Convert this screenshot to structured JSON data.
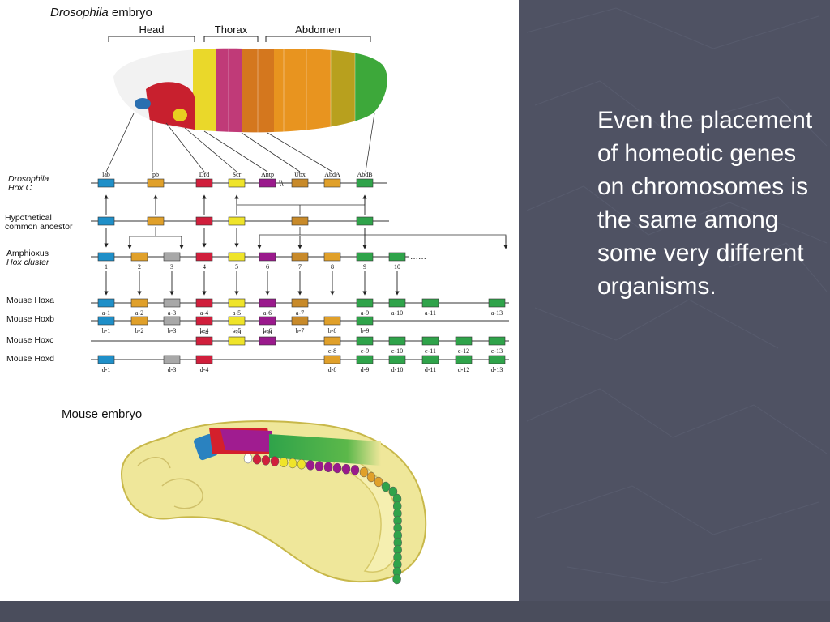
{
  "colors": {
    "blue": "#1f8fc8",
    "orange": "#e0a02a",
    "gray": "#a8a8a8",
    "red": "#d01f3c",
    "yellow": "#efe42a",
    "purple": "#9a1a8c",
    "brown": "#c88a2a",
    "green": "#2fa34a"
  },
  "caption": "Even the placement of homeotic genes on chromosomes is the same among some very different organisms.",
  "figure": {
    "drosophila_title_italic": "Drosophila",
    "drosophila_title_rest": " embryo",
    "segments": [
      "Head",
      "Thorax",
      "Abdomen"
    ],
    "mouse_embryo_title": "Mouse embryo",
    "rows": [
      {
        "label_lines": [
          "Drosophila",
          "Hox C"
        ],
        "italic_lines": [
          true,
          true
        ],
        "genes": [
          {
            "name": "lab",
            "color": "blue"
          },
          {
            "name": "pb",
            "color": "orange"
          },
          {
            "name": "Dfd",
            "color": "red"
          },
          {
            "name": "Scr",
            "color": "yellow"
          },
          {
            "name": "Antp",
            "color": "purple"
          },
          {
            "name": "Ubx",
            "color": "brown"
          },
          {
            "name": "AbdA",
            "color": "orange"
          },
          {
            "name": "AbdB",
            "color": "green"
          }
        ]
      },
      {
        "label_lines": [
          "Hypothetical",
          "common ancestor"
        ],
        "italic_lines": [
          false,
          false
        ],
        "genes": []
      },
      {
        "label_lines": [
          "Amphioxus",
          "Hox cluster"
        ],
        "italic_lines": [
          false,
          true
        ],
        "genes": [
          {
            "name": "1",
            "color": "blue"
          },
          {
            "name": "2",
            "color": "orange"
          },
          {
            "name": "3",
            "color": "gray"
          },
          {
            "name": "4",
            "color": "red"
          },
          {
            "name": "5",
            "color": "yellow"
          },
          {
            "name": "6",
            "color": "purple"
          },
          {
            "name": "7",
            "color": "brown"
          },
          {
            "name": "8",
            "color": "orange"
          },
          {
            "name": "9",
            "color": "green"
          },
          {
            "name": "10",
            "color": "green"
          }
        ]
      },
      {
        "label_lines": [
          "Mouse Hoxa"
        ],
        "italic_lines": [
          false
        ],
        "genes": [
          {
            "name": "a-1",
            "color": "blue"
          },
          {
            "name": "a-2",
            "color": "orange"
          },
          {
            "name": "a-3",
            "color": "gray"
          },
          {
            "name": "a-4",
            "color": "red"
          },
          {
            "name": "a-5",
            "color": "yellow"
          },
          {
            "name": "a-6",
            "color": "purple"
          },
          {
            "name": "a-7",
            "color": "brown"
          },
          {
            "name": "a-9",
            "color": "green"
          },
          {
            "name": "a-10",
            "color": "green"
          },
          {
            "name": "a-11",
            "color": "green"
          },
          {
            "name": "a-13",
            "color": "green"
          }
        ]
      },
      {
        "label_lines": [
          "Mouse Hoxb"
        ],
        "italic_lines": [
          false
        ],
        "genes": [
          {
            "name": "b-1",
            "color": "blue"
          },
          {
            "name": "b-2",
            "color": "orange"
          },
          {
            "name": "b-3",
            "color": "gray"
          },
          {
            "name": "b-4",
            "color": "red"
          },
          {
            "name": "b-5",
            "color": "yellow"
          },
          {
            "name": "b-6",
            "color": "purple"
          },
          {
            "name": "b-7",
            "color": "brown"
          },
          {
            "name": "b-8",
            "color": "orange"
          },
          {
            "name": "b-9",
            "color": "green"
          }
        ]
      },
      {
        "label_lines": [
          "Mouse Hoxc"
        ],
        "italic_lines": [
          false
        ],
        "genes": [
          {
            "name": "c-4",
            "color": "red"
          },
          {
            "name": "c-5",
            "color": "yellow"
          },
          {
            "name": "c-6",
            "color": "purple"
          },
          {
            "name": "c-8",
            "color": "orange"
          },
          {
            "name": "c-9",
            "color": "green"
          },
          {
            "name": "c-10",
            "color": "green"
          },
          {
            "name": "c-11",
            "color": "green"
          },
          {
            "name": "c-12",
            "color": "green"
          },
          {
            "name": "c-13",
            "color": "green"
          }
        ]
      },
      {
        "label_lines": [
          "Mouse Hoxd"
        ],
        "italic_lines": [
          false
        ],
        "genes": [
          {
            "name": "d-1",
            "color": "blue"
          },
          {
            "name": "d-3",
            "color": "gray"
          },
          {
            "name": "d-4",
            "color": "red"
          },
          {
            "name": "d-8",
            "color": "orange"
          },
          {
            "name": "d-9",
            "color": "green"
          },
          {
            "name": "d-10",
            "color": "green"
          },
          {
            "name": "d-11",
            "color": "green"
          },
          {
            "name": "d-12",
            "color": "green"
          },
          {
            "name": "d-13",
            "color": "green"
          }
        ]
      }
    ]
  }
}
